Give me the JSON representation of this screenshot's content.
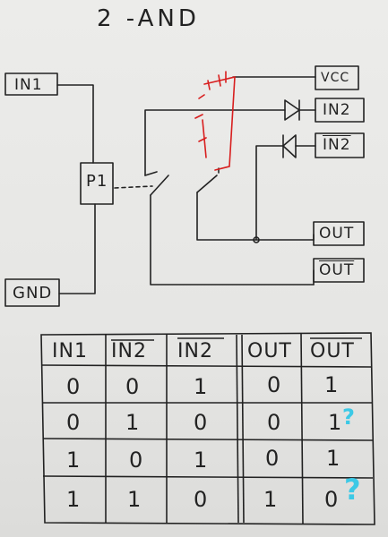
{
  "title": "2 -AND",
  "labels": {
    "in1": "IN1",
    "gnd": "GND",
    "p1": "P1",
    "vcc": "VCC",
    "in2": "IN2",
    "in2_not": "IN2",
    "out": "OUT",
    "out_not": "OUT"
  },
  "table": {
    "headers": [
      "IN1",
      "IN2",
      "IN2",
      "OUT",
      "OUT"
    ],
    "overline_columns": [
      1,
      2,
      4
    ],
    "rows": [
      [
        "0",
        "0",
        "1",
        "0",
        "1"
      ],
      [
        "0",
        "1",
        "0",
        "0",
        "1"
      ],
      [
        "1",
        "0",
        "1",
        "0",
        "1"
      ],
      [
        "1",
        "1",
        "0",
        "1",
        "0"
      ]
    ],
    "question_marks": [
      {
        "row": 1,
        "text": "?"
      },
      {
        "row": 3,
        "text": "?"
      }
    ]
  },
  "colors": {
    "ink": "#222222",
    "red_relay": "#d81e1e",
    "question": "#3cc9e6"
  }
}
